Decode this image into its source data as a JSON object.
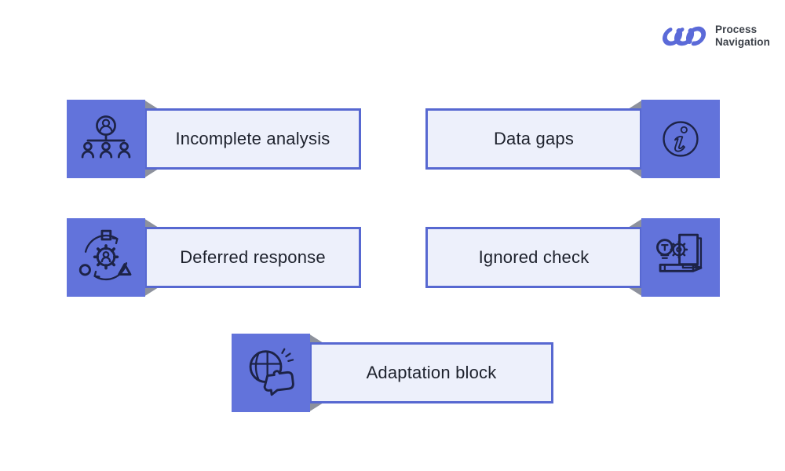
{
  "logo": {
    "brand_line1": "Process",
    "brand_line2": "Navigation",
    "icon": "chain-links-icon"
  },
  "colors": {
    "tile_blue": "#6273DB",
    "plate_fill": "#EDF0FB",
    "plate_border": "#5768D1",
    "fold_gray": "#8D919D",
    "icon_stroke": "#1D2347",
    "label_text": "#1E222D",
    "logo_blue": "#5B6AD8",
    "logo_text": "#3C4149",
    "background": "#FFFFFF"
  },
  "cards": [
    {
      "label": "Incomplete analysis",
      "icon": "org-chart-icon",
      "icon_side": "left"
    },
    {
      "label": "Data gaps",
      "icon": "info-icon",
      "icon_side": "right"
    },
    {
      "label": "Deferred response",
      "icon": "process-cycle-icon",
      "icon_side": "left"
    },
    {
      "label": "Ignored check",
      "icon": "knowledge-book-icon",
      "icon_side": "right"
    },
    {
      "label": "Adaptation block",
      "icon": "globe-puzzle-icon",
      "icon_side": "left"
    }
  ]
}
